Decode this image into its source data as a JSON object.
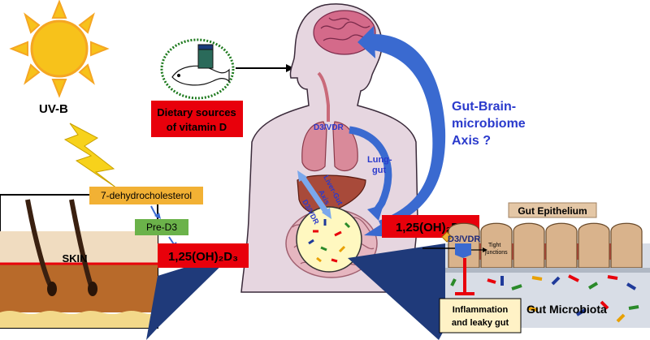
{
  "labels": {
    "uvb": "UV-B",
    "dietary_line1": "Dietary sources",
    "dietary_line2": "of vitamin D",
    "gut_brain_1": "Gut-Brain-",
    "gut_brain_2": "microbiome",
    "gut_brain_3": "Axis ?",
    "d3vdr_lung": "D3/VDR",
    "lung_gut_1": "Lung-",
    "lung_gut_2": "gut",
    "liver_gut_1": "Liver-Gut",
    "liver_gut_2": "Axis",
    "d3vdr_liver": "D3/VDR",
    "dehydro": "7-dehydrocholesterol",
    "pre_d3": "Pre-D3",
    "calcitriol_left": "1,25(OH)₂D₃",
    "calcitriol_right": "1,25(OH)₂D₃",
    "skin": "SKIN",
    "gut_epithelium": "Gut Epithelium",
    "d3vdr_gut": "D3/VDR",
    "tight_1": "Tight",
    "tight_2": "junctions",
    "inflammation_1": "Inflammation",
    "inflammation_2": "and leaky gut",
    "gut_microbiota": "Gut Microbiota"
  },
  "colors": {
    "sun": "#f7c21b",
    "sun_center": "#f5a623",
    "red_box": "#e8000b",
    "orange_box": "#f2b134",
    "green_box": "#6bb24a",
    "navy": "#1f3a7a",
    "blue_text": "#2a3acc",
    "body": "#e6d6e0",
    "brain": "#d46a8a",
    "skin_brown": "#b86a2a",
    "gut_epi": "#d9b38c",
    "inflammation_bg": "#fff2c6"
  }
}
